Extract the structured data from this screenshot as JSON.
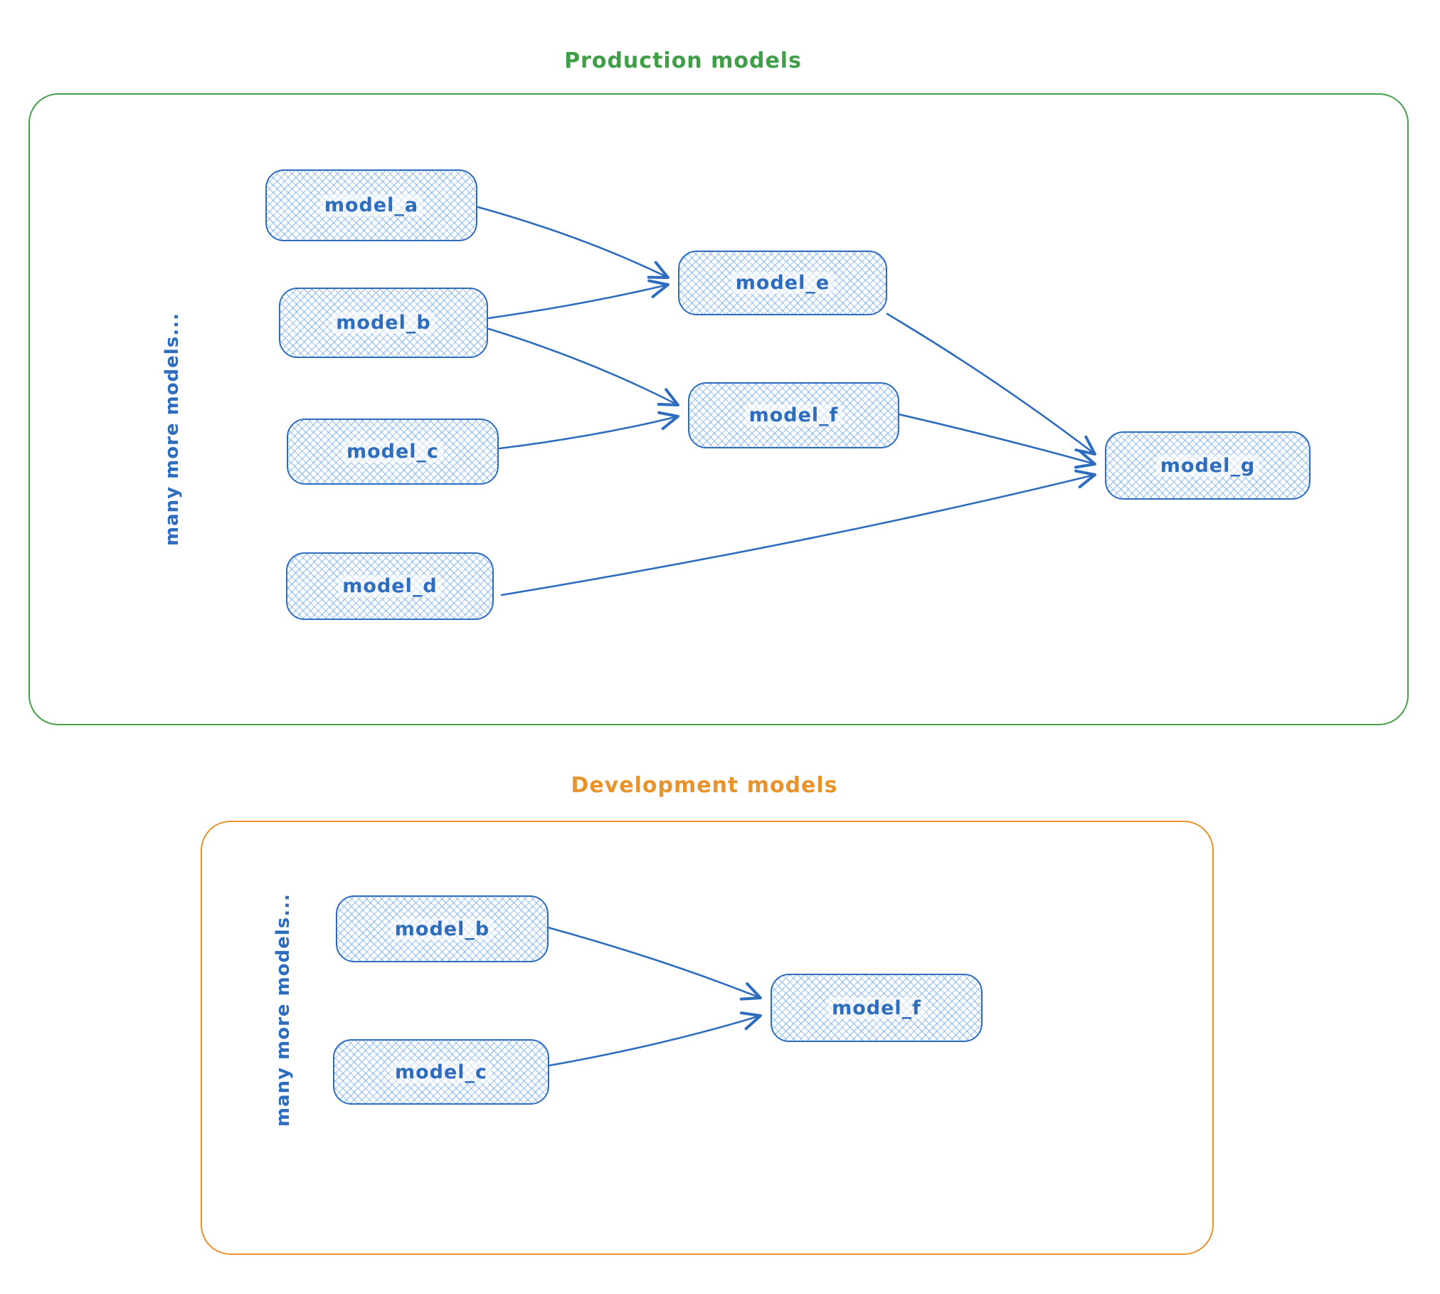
{
  "production": {
    "title": "Production models",
    "side_label": "many more models...",
    "nodes": {
      "a": {
        "label": "model_a"
      },
      "b": {
        "label": "model_b"
      },
      "c": {
        "label": "model_c"
      },
      "d": {
        "label": "model_d"
      },
      "e": {
        "label": "model_e"
      },
      "f": {
        "label": "model_f"
      },
      "g": {
        "label": "model_g"
      }
    },
    "edges": [
      {
        "from": "model_a",
        "to": "model_e"
      },
      {
        "from": "model_b",
        "to": "model_e"
      },
      {
        "from": "model_b",
        "to": "model_f"
      },
      {
        "from": "model_c",
        "to": "model_f"
      },
      {
        "from": "model_e",
        "to": "model_g"
      },
      {
        "from": "model_f",
        "to": "model_g"
      },
      {
        "from": "model_d",
        "to": "model_g"
      }
    ]
  },
  "development": {
    "title": "Development models",
    "side_label": "many more models...",
    "nodes": {
      "b": {
        "label": "model_b"
      },
      "c": {
        "label": "model_c"
      },
      "f": {
        "label": "model_f"
      }
    },
    "edges": [
      {
        "from": "model_b",
        "to": "model_f"
      },
      {
        "from": "model_c",
        "to": "model_f"
      }
    ]
  },
  "colors": {
    "node_stroke": "#2e6cbd",
    "node_fill_hatch": "#79ade4",
    "production_frame": "#46a049",
    "production_title": "#3f9e47",
    "development_frame": "#e8932c",
    "development_title": "#e8932c"
  }
}
